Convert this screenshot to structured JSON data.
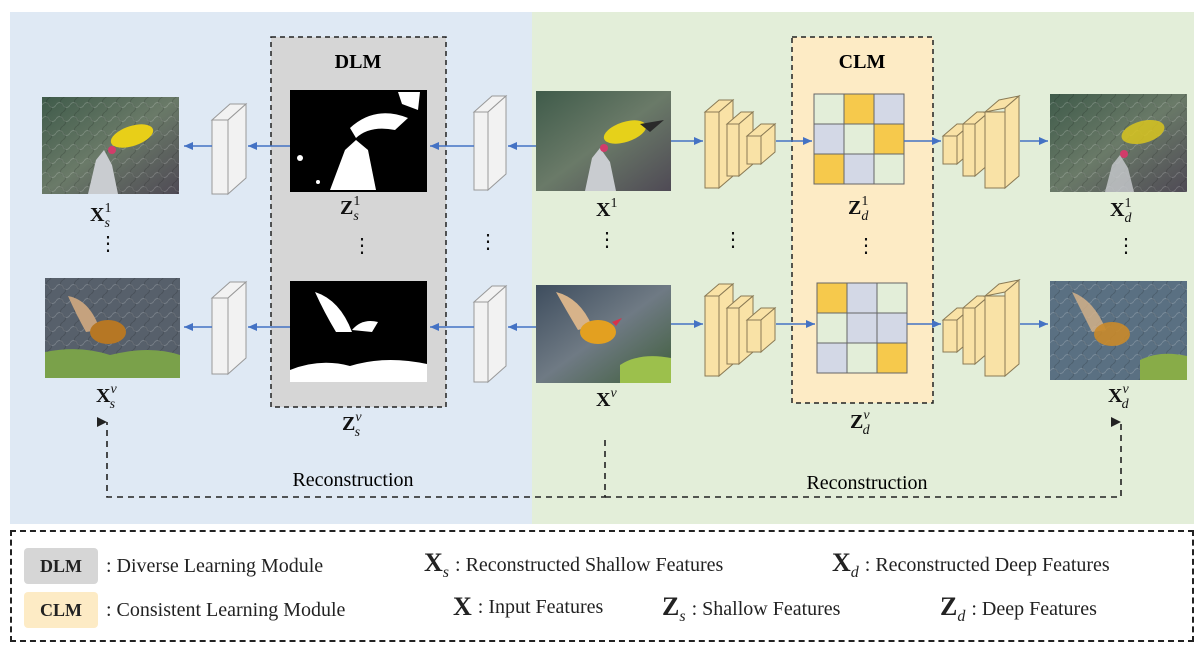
{
  "diagram": {
    "modules": {
      "dlm_title": "DLM",
      "clm_title": "CLM"
    },
    "reconstruction_labels": [
      "Reconstruction",
      "Reconstruction"
    ],
    "captions": {
      "x_s": [
        "X",
        "s",
        "1",
        "v"
      ],
      "z_s": [
        "Z",
        "s",
        "1",
        "v"
      ],
      "x": [
        "X",
        "1",
        "v"
      ],
      "z_d": [
        "Z",
        "d",
        "1",
        "v"
      ],
      "x_d": [
        "X",
        "d",
        "1",
        "v"
      ]
    },
    "ellipsis": "⋮"
  },
  "legend": {
    "dlm_tag": "DLM",
    "dlm_desc": ": Diverse Learning Module",
    "clm_tag": "CLM",
    "clm_desc": ": Consistent Learning Module",
    "xs_sym": "X",
    "xs_sub": "s",
    "xs_desc": ": Reconstructed Shallow Features",
    "xd_sym": "X",
    "xd_sub": "d",
    "xd_desc": ": Reconstructed Deep Features",
    "x_sym": "X",
    "x_desc": ": Input Features",
    "zs_sym": "Z",
    "zs_sub": "s",
    "zs_desc": ": Shallow Features",
    "zd_sym": "Z",
    "zd_sub": "d",
    "zd_desc": ": Deep Features"
  },
  "colors": {
    "left_bg": "#dfe9f4",
    "right_bg": "#e3eed9",
    "dlm_box": "#d6d6d6",
    "clm_box": "#fdebc5",
    "arrow": "#4472c4",
    "feature_yellow": "#f9e2a6",
    "cell_yellow": "#f6c94c",
    "cell_blue": "#d3d8e6",
    "cell_green": "#e3eed9"
  }
}
